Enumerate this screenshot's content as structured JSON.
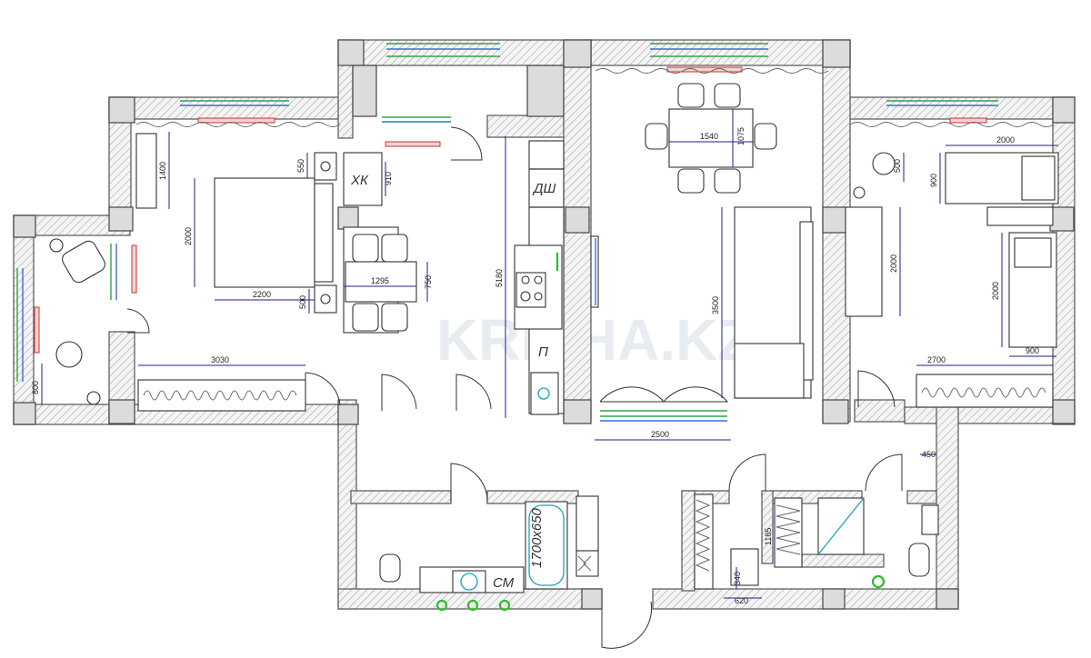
{
  "rooms": {
    "kitchen_fridge_label": "ХК",
    "kitchen_dishwasher_label": "ДШ",
    "kitchen_stove_label": "П",
    "bath_washer_label": "СМ",
    "bath_tub_label": "1700х650"
  },
  "dimensions": {
    "bed_top": "1400",
    "bed_nightstand_top": "550",
    "bed_height": "2000",
    "bed_width": "2200",
    "bed_nightstand_bottom": "500",
    "fridge_gap": "910",
    "kitchen_table_width": "1295",
    "kitchen_table_depth": "750",
    "kitchen_length": "5180",
    "bedroom_wardrobe": "3030",
    "balcony_depth": "800",
    "dining_table_width": "1540",
    "dining_table_depth": "1075",
    "sofa_length": "3500",
    "living_bottom": "2500",
    "kids_bed_top": "2000",
    "kids_bed_left": "900",
    "kids_chair": "500",
    "kids_desk": "2000",
    "kids_bed_lower": "2000",
    "kids_bed_lower_width": "900",
    "kids_wardrobe": "2700",
    "hall_niche": "450",
    "storage_depth": "1185",
    "storage_door": "620",
    "storage_small": "340"
  },
  "watermark": "KRISHA.KZ",
  "colors": {
    "dimension": "#1f1f8a",
    "window": "#2da54a",
    "heater": "#c33333",
    "plumbing": "#1ba4b8"
  }
}
